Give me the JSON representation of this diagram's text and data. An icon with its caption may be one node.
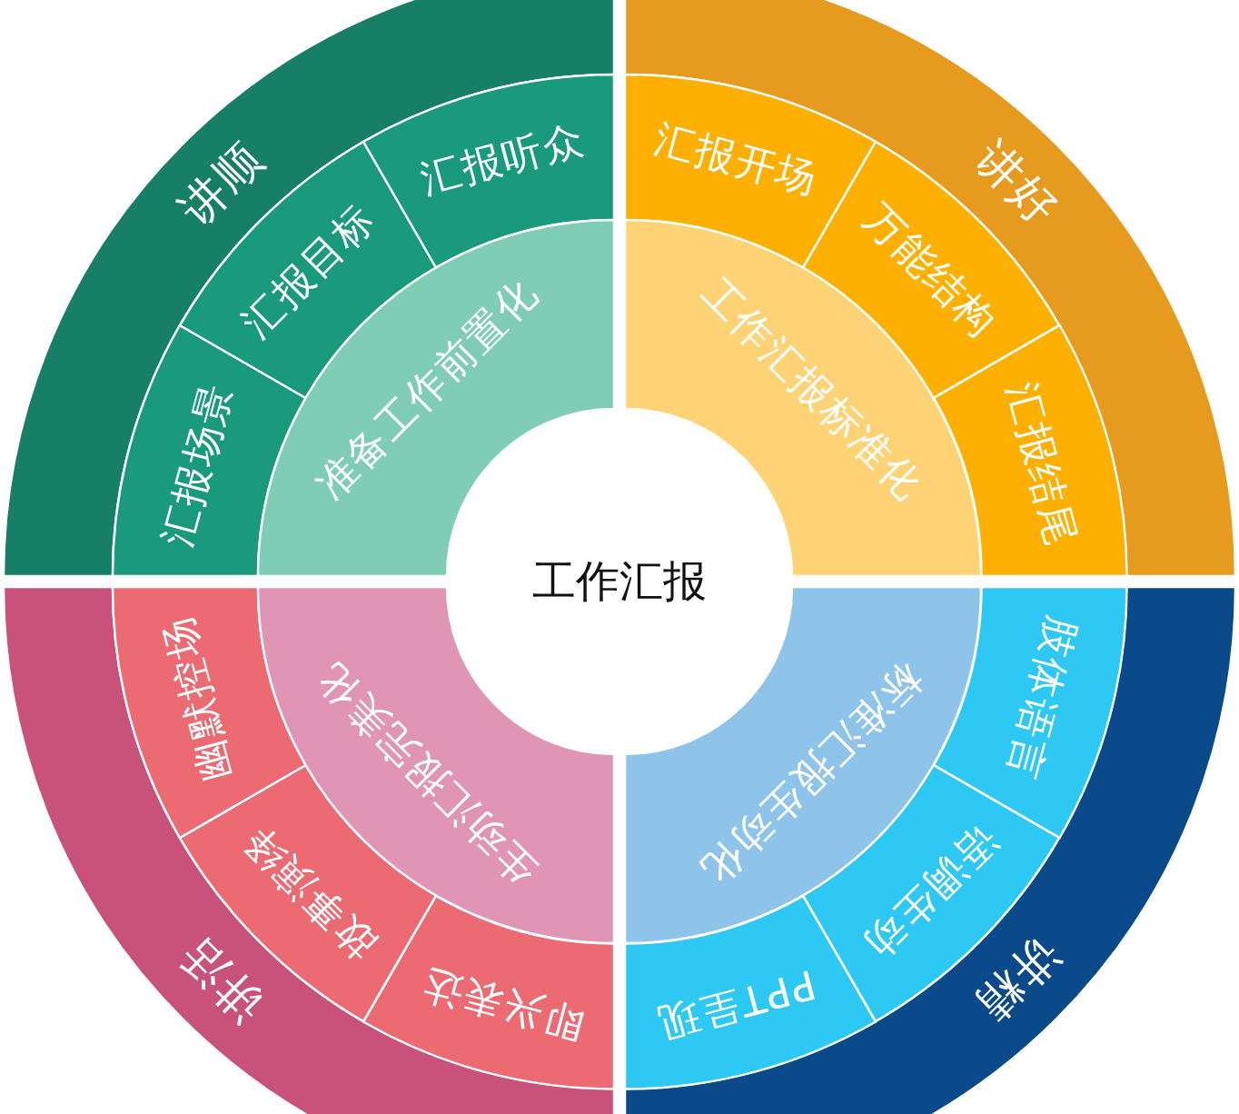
{
  "diagram": {
    "nodes": [
      {
        "text": [
          "工作汇报"
        ]
      },
      {
        "text": [
          "讲顺"
        ]
      },
      {
        "text": [
          "汇报场景"
        ]
      },
      {
        "text": [
          "汇报目标"
        ]
      },
      {
        "text": [
          "汇报听众"
        ]
      },
      {
        "text": [
          "准备工作前置化"
        ]
      },
      {
        "text": [
          "讲好"
        ]
      },
      {
        "text": [
          "汇报开场"
        ]
      },
      {
        "text": [
          "万能结构"
        ]
      },
      {
        "text": [
          "汇报结尾"
        ]
      },
      {
        "text": [
          "工作汇报标准化"
        ]
      },
      {
        "text": [
          "讲精"
        ]
      },
      {
        "text": [
          "肢体语言"
        ]
      },
      {
        "text": [
          "语调生动"
        ]
      },
      {
        "text": [
          "PPT呈现"
        ]
      },
      {
        "text": [
          "标准汇报生动化"
        ]
      },
      {
        "text": [
          "讲活"
        ]
      },
      {
        "text": [
          "即兴表达"
        ]
      },
      {
        "text": [
          "故事演绎"
        ]
      },
      {
        "text": [
          "幽默控场"
        ]
      },
      {
        "text": [
          "生动汇报完美化"
        ]
      }
    ]
  }
}
